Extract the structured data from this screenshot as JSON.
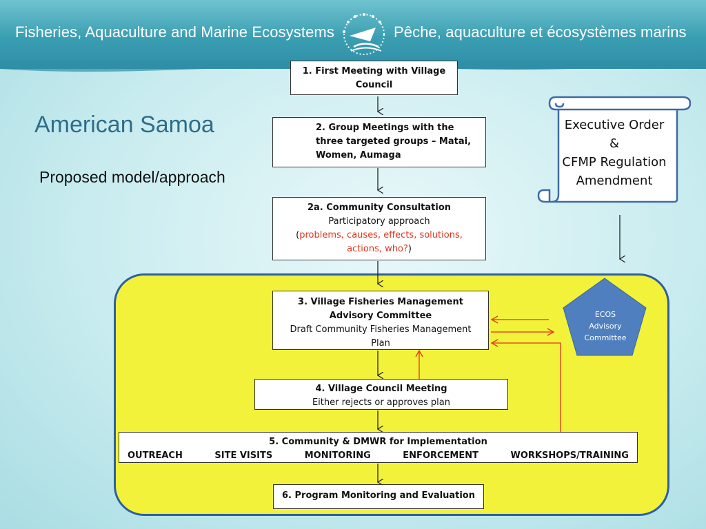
{
  "banner": {
    "left_text": "Fisheries, Aquaculture and Marine Ecosystems",
    "right_text": "Pêche, aquaculture et écosystèmes marins"
  },
  "slide": {
    "title": "American Samoa",
    "subtitle": "Proposed model/approach"
  },
  "steps": {
    "s1": {
      "line1": "1. First Meeting with Village",
      "line2": "Council"
    },
    "s2": {
      "line1": "2.  Group Meetings with the",
      "line2": "three targeted groups – Matai,",
      "line3": "Women, Aumaga"
    },
    "s2a": {
      "heading": "2a.  Community Consultation",
      "line2": "Participatory approach",
      "open_paren": "(",
      "red1": "problems, causes, effects, solutions,",
      "red2": "actions, who?",
      "close_paren": ")"
    },
    "s3": {
      "line1": "3.  Village Fisheries Management",
      "line2": "Advisory Committee",
      "line3": "Draft Community Fisheries Management",
      "line4": "Plan"
    },
    "s4": {
      "line1": "4.  Village Council Meeting",
      "line2": "Either rejects or approves plan"
    },
    "s5": {
      "heading": "5.   Community & DMWR for Implementation",
      "items": [
        "OUTREACH",
        "SITE VISITS",
        "MONITORING",
        "ENFORCEMENT",
        "WORKSHOPS/TRAINING"
      ]
    },
    "s6": {
      "line1": "6.  Program Monitoring and Evaluation"
    }
  },
  "scroll": {
    "line1": "Executive Order",
    "line2": "&",
    "line3": "CFMP Regulation",
    "line4": "Amendment"
  },
  "ecos": {
    "line1": "ECOS",
    "line2": "Advisory",
    "line3": "Committee"
  },
  "colors": {
    "banner": "#3a9eb2",
    "title": "#2e6d8a",
    "panel_fill": "#f2f23a",
    "panel_border": "#2d5fa0",
    "feedback_arrow": "#e0341c",
    "ecos_fill": "#4f7fbf",
    "scroll_border": "#3f6aa6"
  }
}
